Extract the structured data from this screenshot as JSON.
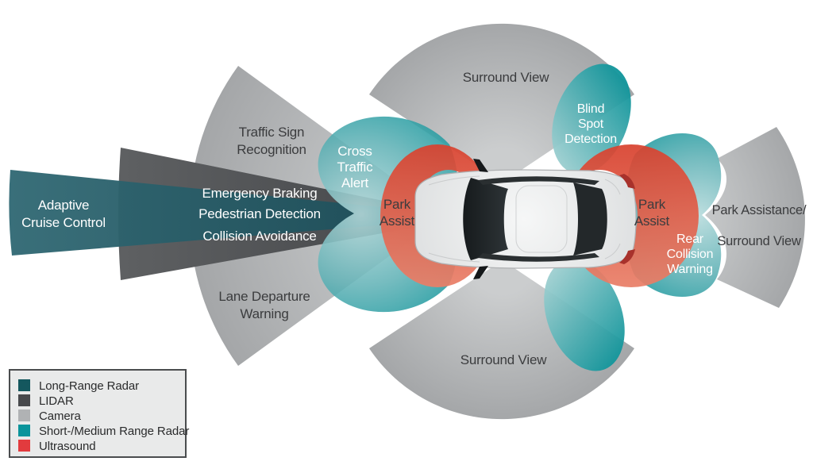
{
  "zones": {
    "adaptive_cruise_control": {
      "lines": [
        "Adaptive",
        "Cruise Control"
      ]
    },
    "lidar": {
      "lines": [
        "Emergency Braking",
        "Pedestrian Detection",
        "Collision Avoidance"
      ]
    },
    "traffic_sign_recognition": {
      "lines": [
        "Traffic Sign",
        "Recognition"
      ]
    },
    "lane_departure_warning": {
      "lines": [
        "Lane Departure",
        "Warning"
      ]
    },
    "cross_traffic_alert": {
      "lines": [
        "Cross",
        "Traffic",
        "Alert"
      ]
    },
    "park_assist_front": {
      "lines": [
        "Park",
        "Assist"
      ]
    },
    "park_assist_rear": {
      "lines": [
        "Park",
        "Assist"
      ]
    },
    "surround_view_top": {
      "label": "Surround View"
    },
    "surround_view_bottom": {
      "label": "Surround View"
    },
    "blind_spot_detection": {
      "lines": [
        "Blind",
        "Spot",
        "Detection"
      ]
    },
    "rear_collision_warning": {
      "lines": [
        "Rear",
        "Collision",
        "Warning"
      ]
    },
    "park_assistance_surround_view": {
      "lines": [
        "Park Assistance/",
        "Surround View"
      ]
    }
  },
  "legend": {
    "items": [
      {
        "label": "Long-Range Radar",
        "color": "#14575e"
      },
      {
        "label": "LIDAR",
        "color": "#47494c"
      },
      {
        "label": "Camera",
        "color": "#b0b2b4"
      },
      {
        "label": "Short-/Medium Range Radar",
        "color": "#0a949b"
      },
      {
        "label": "Ultrasound",
        "color": "#e23b3e"
      }
    ]
  },
  "colors": {
    "canvas": "#ffffff",
    "label_dark": "#3b3c3e",
    "label_light": "#ffffff",
    "camera_fan": "#a3a5a7",
    "camera_fan_light": "#cbcdce",
    "lidar_dark": "#45474a",
    "lidar_light": "#5e6062",
    "long_range_dark": "#1c4c57",
    "long_range_light": "#316974",
    "radar_teal": "#0c9399",
    "radar_teal_light": "#b7dbdc",
    "ultrasound_dark": "#d8422f",
    "ultrasound_light": "#e97f68",
    "legend_bg": "#e9eaea",
    "legend_border": "#4a4c4e"
  }
}
